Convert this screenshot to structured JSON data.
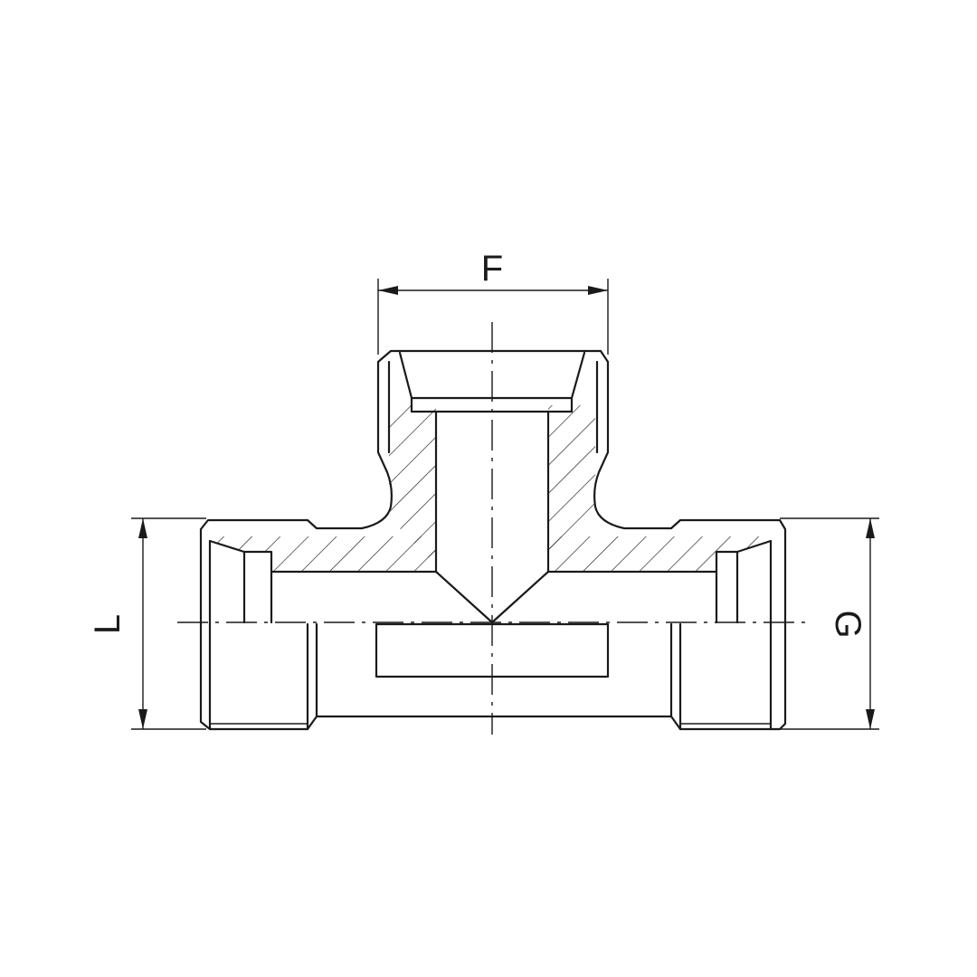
{
  "drawing": {
    "title": "",
    "dimensions": {
      "F": "F",
      "L": "L",
      "G": "G"
    },
    "colors": {
      "line": "#1a1a1a",
      "background": "#ffffff"
    }
  }
}
